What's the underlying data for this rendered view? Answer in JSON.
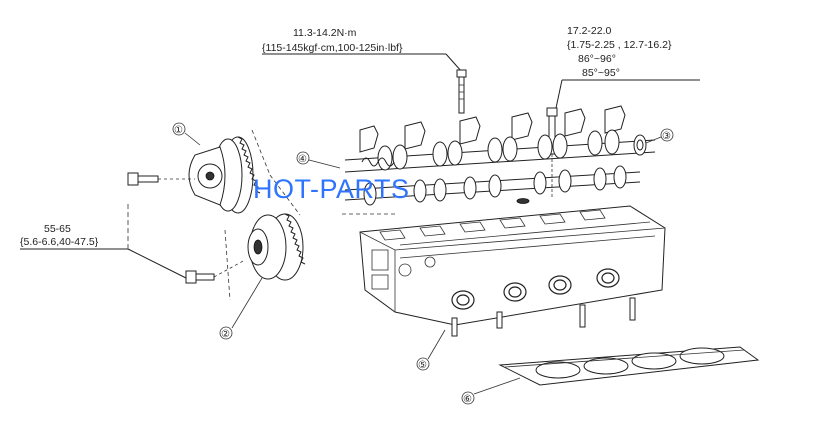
{
  "torque_labels": {
    "bolt_top": {
      "line1": "11.3-14.2N·m",
      "line2": "{115-145kgf·cm,100-125in·lbf}"
    },
    "cam_cap": {
      "line1": "17.2-22.0",
      "line2": "{1.75-2.25 , 12.7-16.2}",
      "line3": "86°~96°",
      "line4": "85°~95°"
    },
    "sprocket_bolt": {
      "line1": "55-65",
      "line2": "{5.6-6.6,40-47.5}"
    }
  },
  "callouts": {
    "c1": "①",
    "c2": "②",
    "c3": "③",
    "c4": "④",
    "c5": "⑤",
    "c6": "⑥"
  },
  "watermark": "HOT-PARTS",
  "colors": {
    "watermark": "#2e74ff",
    "line": "#222222"
  }
}
